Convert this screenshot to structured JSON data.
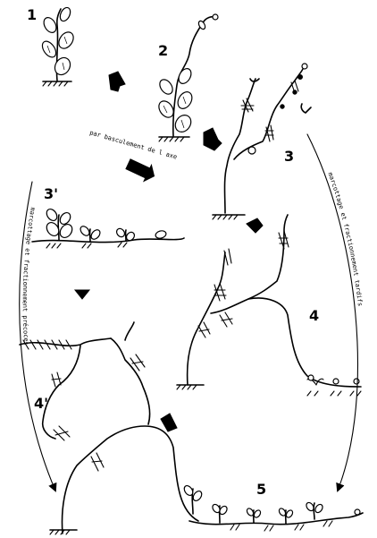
{
  "stages": [
    "1",
    "2",
    "3",
    "3'",
    "4",
    "4'",
    "5"
  ],
  "captions": {
    "tilting_axis": "par basculement de l axe",
    "left_arc": "marcottage et fractionnement précoces",
    "right_arc": "marcottage et fractionnement tardifs"
  }
}
